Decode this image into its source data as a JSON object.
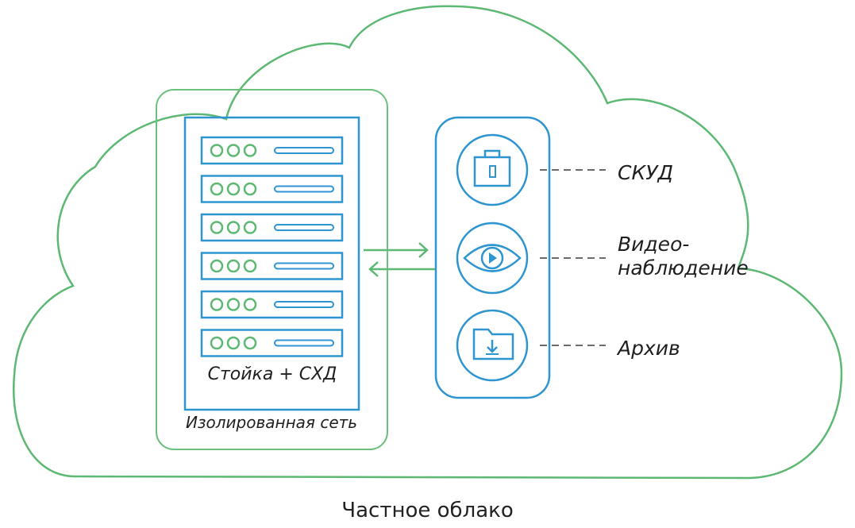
{
  "diagram": {
    "title": "Частное облако",
    "network_label": "Изолированная сеть",
    "rack_label": "Стойка + СХД",
    "rack_units": [
      {
        "unit": 1
      },
      {
        "unit": 2
      },
      {
        "unit": 3
      },
      {
        "unit": 4
      },
      {
        "unit": 5
      },
      {
        "unit": 6
      }
    ],
    "services": {
      "skud": {
        "label": "СКУД",
        "icon": "lock-icon"
      },
      "video": {
        "line1": "Видео-",
        "line2": "наблюдение",
        "icon": "eye-play-icon"
      },
      "archive": {
        "label": "Архив",
        "icon": "folder-download-icon"
      }
    },
    "colors": {
      "cloud": "#5cb873",
      "network_box": "#6cc07e",
      "rack": "#2e95d0",
      "server_led": "#5cb873",
      "services_panel": "#2e95d0",
      "connector": "#6b6b6b",
      "arrows": "#5cb873",
      "text": "#1f1f1f"
    }
  }
}
